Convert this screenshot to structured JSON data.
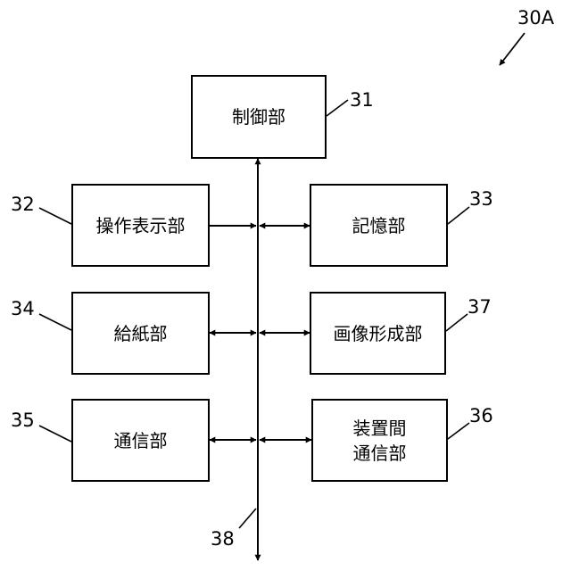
{
  "diagram_ref": "30A",
  "bus_ref": "38",
  "blocks": {
    "control": {
      "ref": "31",
      "lines": [
        "制御部"
      ]
    },
    "operation_display": {
      "ref": "32",
      "lines": [
        "操作表示部"
      ]
    },
    "storage": {
      "ref": "33",
      "lines": [
        "記憶部"
      ]
    },
    "paper_feed": {
      "ref": "34",
      "lines": [
        "給紙部"
      ]
    },
    "communication": {
      "ref": "35",
      "lines": [
        "通信部"
      ]
    },
    "inter_device_communication": {
      "ref": "36",
      "lines": [
        "装置間",
        "通信部"
      ]
    },
    "image_forming": {
      "ref": "37",
      "lines": [
        "画像形成部"
      ]
    }
  }
}
